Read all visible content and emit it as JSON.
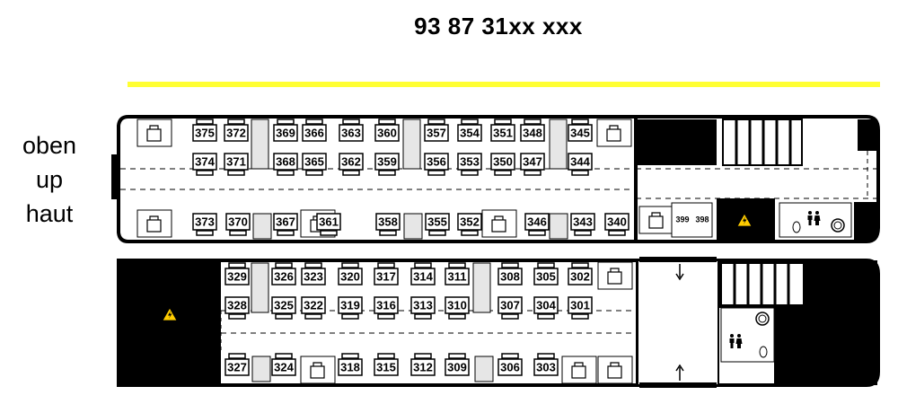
{
  "header": {
    "coach_number": "93 87 31xx xxx"
  },
  "upper_deck": {
    "level_label": [
      "oben",
      "up",
      "haut"
    ],
    "window_row_top": [
      "375",
      "372",
      "369",
      "366",
      "363",
      "360",
      "357",
      "354",
      "351",
      "348",
      "345"
    ],
    "aisle_row_top": [
      "374",
      "371",
      "368",
      "365",
      "362",
      "359",
      "356",
      "353",
      "350",
      "347",
      "344"
    ],
    "bottom_row": [
      "373",
      "370",
      "367",
      "361",
      "358",
      "355",
      "352",
      "346",
      "343",
      "340"
    ],
    "spaces": [
      "399",
      "398"
    ]
  },
  "lower_deck": {
    "window_row_top": [
      "329",
      "326",
      "323",
      "320",
      "317",
      "314",
      "311",
      "308",
      "305",
      "302"
    ],
    "aisle_row_top": [
      "328",
      "325",
      "322",
      "319",
      "316",
      "313",
      "310",
      "307",
      "304",
      "301"
    ],
    "bottom_row": [
      "327",
      "324",
      "318",
      "315",
      "312",
      "309",
      "306",
      "303"
    ]
  },
  "colors": {
    "accent_line": "#ffff33",
    "warning": "#ffcc00",
    "wall": "#000000",
    "table": "#e6e6e6"
  },
  "icons": [
    "luggage-rack-icon",
    "high-voltage-icon",
    "toilet-icon",
    "staircase-icon",
    "door-arrow-icon"
  ]
}
